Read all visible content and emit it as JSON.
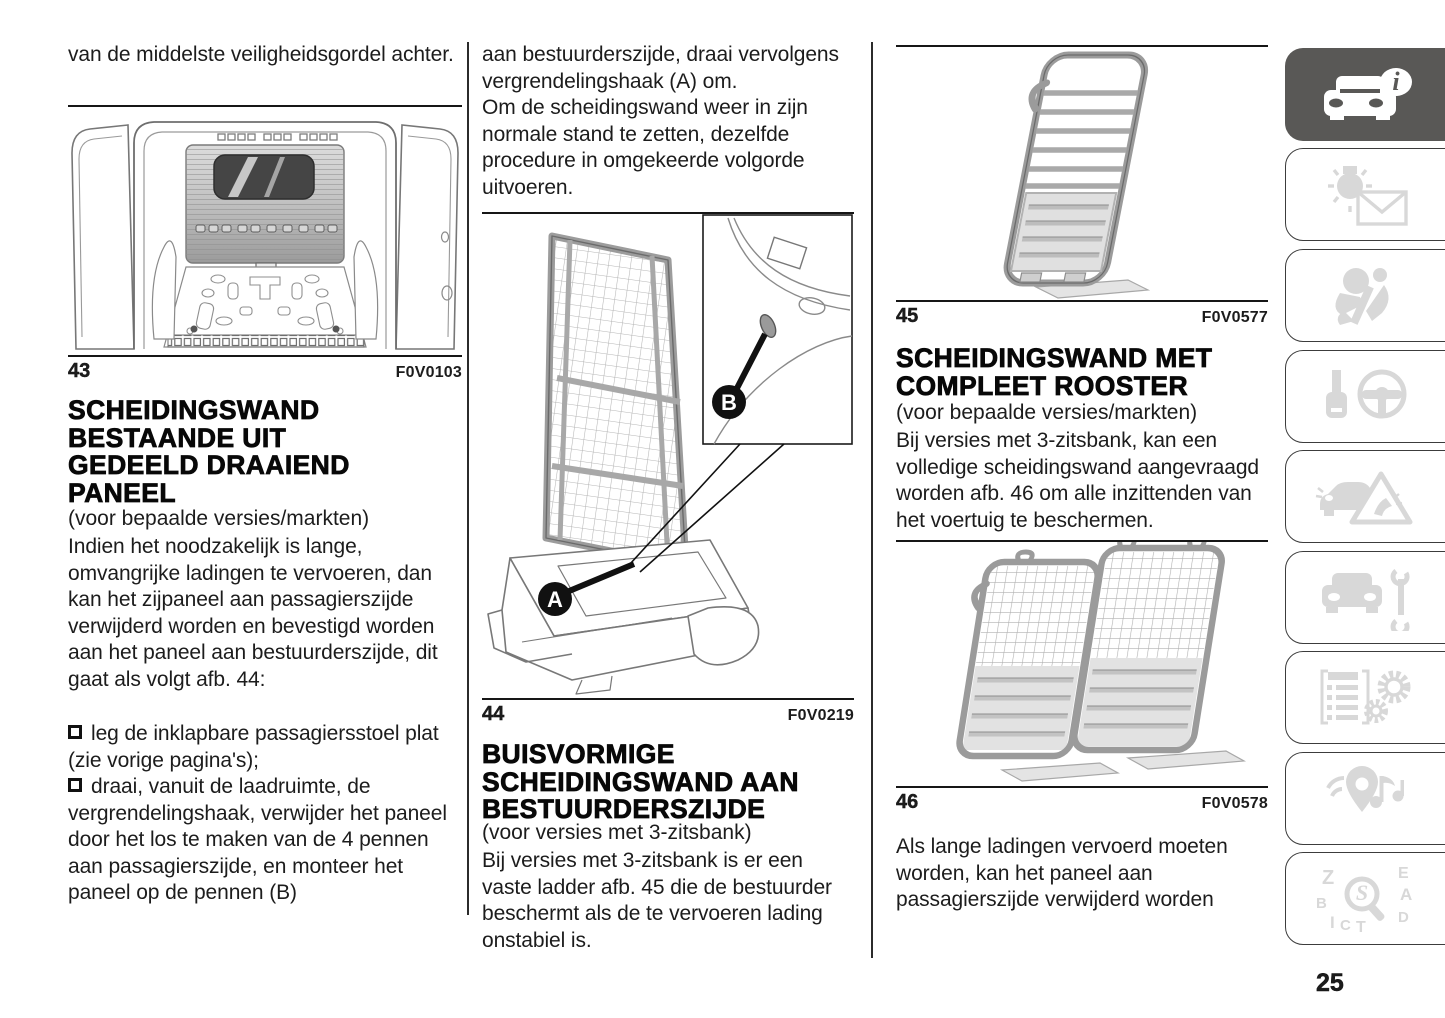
{
  "page_number": "25",
  "columns": {
    "left": {
      "intro": "van de middelste veiligheidsgordel achter.",
      "figure43": {
        "number": "43",
        "code": "F0V0103"
      },
      "heading": "SCHEIDINGSWAND\nBESTAANDE UIT\nGEDEELD DRAAIEND\nPANEEL",
      "applicability": "(voor bepaalde versies/markten)",
      "paragraph": "Indien het noodzakelijk is lange, omvangrijke ladingen te vervoeren, dan kan het zijpaneel aan passagierszijde verwijderd worden en bevestigd worden aan het paneel aan bestuurderszijde, dit gaat als volgt afb. 44:",
      "bullets": [
        "leg de inklapbare passagiersstoel plat (zie vorige pagina's);",
        "draai, vanuit de laadruimte, de vergrendelingshaak, verwijder het paneel door het los te maken van de 4 pennen aan passagierszijde, en monteer het paneel op de pennen (B)"
      ]
    },
    "middle": {
      "paragraph1": "aan bestuurderszijde, draai vervolgens vergrendelingshaak (A) om.",
      "paragraph2": "Om de scheidingswand weer in zijn normale stand te zetten, dezelfde procedure in omgekeerde volgorde uitvoeren.",
      "figure44": {
        "number": "44",
        "code": "F0V0219",
        "callout_a": "A",
        "callout_b": "B"
      },
      "heading": "BUISVORMIGE\nSCHEIDINGSWAND AAN\nBESTUURDERSZIJDE",
      "applicability": "(voor versies met 3-zitsbank)",
      "paragraph3": "Bij versies met 3-zitsbank is er een vaste ladder afb. 45 die de bestuurder beschermt als de te vervoeren lading onstabiel is."
    },
    "right": {
      "figure45": {
        "number": "45",
        "code": "F0V0577"
      },
      "heading": "SCHEIDINGSWAND MET\nCOMPLEET ROOSTER",
      "applicability": "(voor bepaalde versies/markten)",
      "paragraph1": "Bij versies met 3-zitsbank, kan een volledige scheidingswand aangevraagd worden afb. 46 om alle inzittenden van het voertuig te beschermen.",
      "figure46": {
        "number": "46",
        "code": "F0V0578"
      },
      "paragraph2": "Als lange ladingen vervoerd moeten worden, kan het paneel aan passagierszijde verwijderd worden"
    }
  },
  "sidebar": {
    "tabs": [
      {
        "icon": "car-info-icon",
        "active": true
      },
      {
        "icon": "bulb-envelope-icon",
        "active": false
      },
      {
        "icon": "airbag-seatbelt-icon",
        "active": false
      },
      {
        "icon": "key-steering-wheel-icon",
        "active": false
      },
      {
        "icon": "car-warning-triangle-icon",
        "active": false
      },
      {
        "icon": "car-wrench-icon",
        "active": false
      },
      {
        "icon": "spec-list-gears-icon",
        "active": false
      },
      {
        "icon": "multimedia-pin-note-icon",
        "active": false
      },
      {
        "icon": "index-letters-magnifier-icon",
        "active": false
      }
    ]
  },
  "colors": {
    "active_tab": "#595856",
    "inactive_icon": "#d8d8d8",
    "text": "#1c1c1c"
  }
}
